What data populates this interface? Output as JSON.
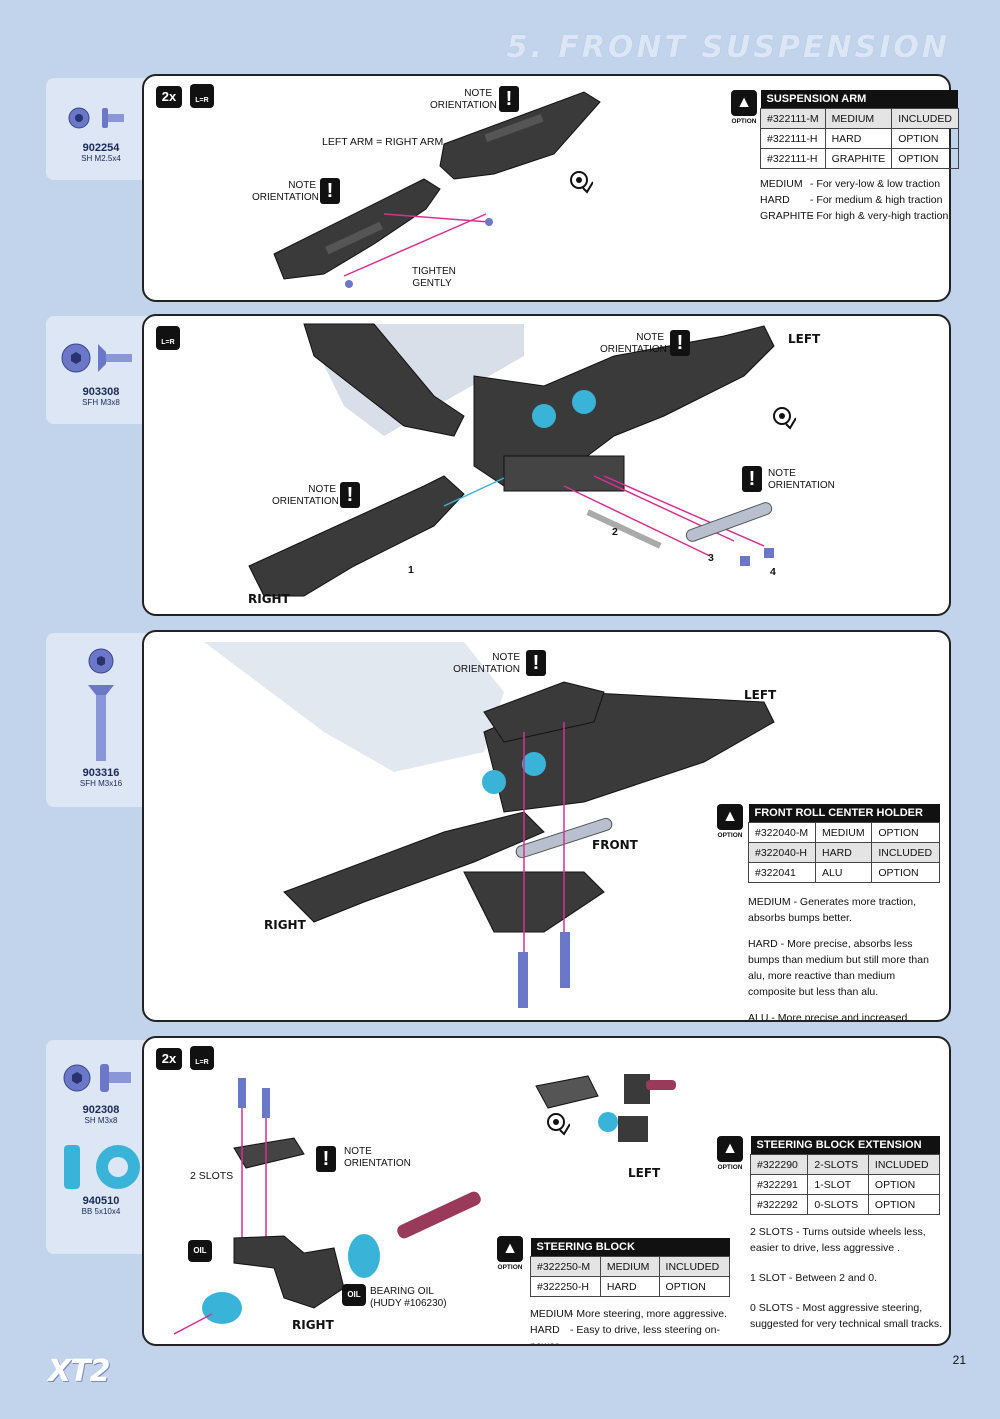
{
  "page_title": "5. FRONT SUSPENSION",
  "page_number": "21",
  "logo": "XT2",
  "sidebar": [
    {
      "part": "902254",
      "desc": "SH M2.5x4"
    },
    {
      "part": "903308",
      "desc": "SFH M3x8"
    },
    {
      "part": "903316",
      "desc": "SFH M3x16"
    },
    {
      "part": "902308",
      "desc": "SH M3x8"
    },
    {
      "part": "940510",
      "desc": "BB 5x10x4"
    }
  ],
  "common": {
    "note_line1": "NOTE",
    "note_line2": "ORIENTATION",
    "excl": "!",
    "qty_2x": "2x",
    "lr": "L=R",
    "option": "OPTION",
    "left": "LEFT",
    "right": "RIGHT",
    "front": "FRONT"
  },
  "step1": {
    "left_eq_right": "LEFT ARM = RIGHT ARM",
    "tighten_line1": "TIGHTEN",
    "tighten_line2": "GENTLY",
    "table": {
      "title": "SUSPENSION ARM",
      "rows": [
        [
          "#322111-M",
          "MEDIUM",
          "INCLUDED"
        ],
        [
          "#322111-H",
          "HARD",
          "OPTION"
        ],
        [
          "#322111-H",
          "GRAPHITE",
          "OPTION"
        ]
      ]
    },
    "notes": [
      {
        "k": "MEDIUM",
        "v": "- For very-low & low traction"
      },
      {
        "k": "HARD",
        "v": "- For medium & high traction"
      },
      {
        "k": "GRAPHITE",
        "v": "- For high & very-high traction"
      }
    ]
  },
  "step2": {
    "callouts": [
      "1",
      "2",
      "3",
      "4"
    ]
  },
  "step3": {
    "table": {
      "title": "FRONT ROLL CENTER HOLDER",
      "rows": [
        [
          "#322040-M",
          "MEDIUM",
          "OPTION"
        ],
        [
          "#322040-H",
          "HARD",
          "INCLUDED"
        ],
        [
          "#322041",
          "ALU",
          "OPTION"
        ]
      ]
    },
    "desc": [
      "MEDIUM  - Generates more traction, absorbs bumps better.",
      "HARD - More precise, absorbs less bumps than medium but still more than alu, more reactive than medium composite but less than alu.",
      "ALU - More precise and increased strength."
    ]
  },
  "step4": {
    "two_slots": "2 SLOTS",
    "oil": "OIL",
    "bearing_oil_line1": "BEARING OIL",
    "bearing_oil_line2": "(HUDY #106230)",
    "steering_block": {
      "title": "STEERING  BLOCK",
      "rows": [
        [
          "#322250-M",
          "MEDIUM",
          "INCLUDED"
        ],
        [
          "#322250-H",
          "HARD",
          "OPTION"
        ]
      ],
      "notes": [
        {
          "k": "MEDIUM",
          "v": "- More steering, more aggressive."
        },
        {
          "k": "HARD",
          "v": "- Easy to drive, less steering on-power."
        }
      ]
    },
    "extension": {
      "title": "STEERING  BLOCK EXTENSION",
      "rows": [
        [
          "#322290",
          "2-SLOTS",
          "INCLUDED"
        ],
        [
          "#322291",
          "1-SLOT",
          "OPTION"
        ],
        [
          "#322292",
          "0-SLOTS",
          "OPTION"
        ]
      ],
      "desc": [
        "2 SLOTS - Turns outside wheels less, easier to drive, less aggressive .",
        "1 SLOT - Between 2 and 0.",
        "0 SLOTS - Most aggressive steering, suggested for very technical small tracks."
      ]
    }
  }
}
